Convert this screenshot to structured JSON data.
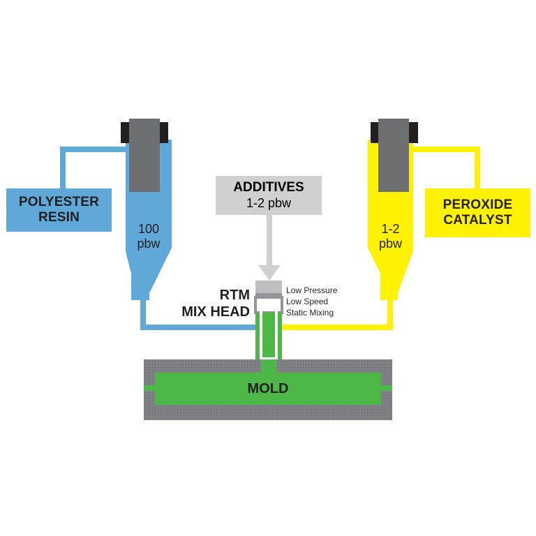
{
  "colors": {
    "resin": "#5fa8d8",
    "catalyst": "#fff200",
    "additive": "#cfd0d2",
    "mix": "#4db848",
    "piston": "#6d6e71",
    "cap": "#231f20",
    "mold": "#808285",
    "text": "#231f20"
  },
  "resin": {
    "label_line1": "POLYESTER",
    "label_line2": "RESIN",
    "amount_line1": "100",
    "amount_line2": "pbw"
  },
  "catalyst": {
    "label_line1": "PEROXIDE",
    "label_line2": "CATALYST",
    "amount_line1": "1-2",
    "amount_line2": "pbw"
  },
  "additives": {
    "title": "ADDITIVES",
    "amount": "1-2 pbw"
  },
  "mix_head": {
    "line1": "RTM",
    "line2": "MIX HEAD",
    "note1": "Low Pressure",
    "note2": "Low Speed",
    "note3": "Static Mixing"
  },
  "mold": {
    "label": "MOLD"
  }
}
